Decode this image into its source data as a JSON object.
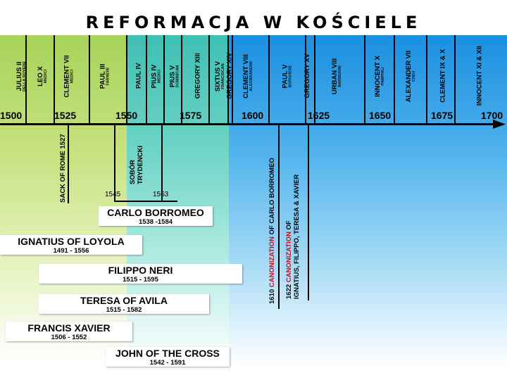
{
  "title": "REFORMACJA W KOŚCIELE",
  "popes": [
    {
      "name": "JULIUS II",
      "family": "DELLA ROVERE"
    },
    {
      "name": "LEO X",
      "family": "MEDICI"
    },
    {
      "name": "CLEMENT VII",
      "family": "MEDICI"
    },
    {
      "name": "PAUL III",
      "family": "FARNESE"
    },
    {
      "name": "PAUL IV",
      "family": ""
    },
    {
      "name": "PIUS IV",
      "family": "MEDICI"
    },
    {
      "name": "PIUS V",
      "family": "DOMINICAN"
    },
    {
      "name": "GREGORY XIII",
      "family": ""
    },
    {
      "name": "SIXTUS V",
      "family": "FRANCISCAN"
    },
    {
      "name": "GREGORY XIV",
      "family": ""
    },
    {
      "name": "CLEMENT VIII",
      "family": "ALDOBRANDINI"
    },
    {
      "name": "PAUL V",
      "family": "BORGHESE"
    },
    {
      "name": "GREGORY XV",
      "family": ""
    },
    {
      "name": "URBAN VIII",
      "family": "BARBERINI"
    },
    {
      "name": "INNOCENT X",
      "family": "PAMPHILI"
    },
    {
      "name": "ALEXANDER VII",
      "family": "CHIGI"
    },
    {
      "name": "CLEMENT IX & X",
      "family": ""
    },
    {
      "name": "INNOCENT XI & XII",
      "family": ""
    }
  ],
  "years": [
    "1500",
    "1525",
    "1550",
    "1575",
    "1600",
    "1625",
    "1650",
    "1675",
    "1700"
  ],
  "events": {
    "sack": "SACK OF ROME 1527",
    "sobor_line1": "SOBÓR",
    "sobor_line2": "TRYDENCKI",
    "trent_start": "1545",
    "trent_end": "1563",
    "can1610_year": "1610",
    "can1610_word": "CANONIZATION",
    "can1610_rest": "OF CARLO BORROMEO",
    "can1622_year": "1622",
    "can1622_word": "CANONIZATION",
    "can1622_rest": "OF",
    "can1622_line2": "IGNATIUS, FILIPPO, TERESA & XAVIER"
  },
  "people": [
    {
      "name": "CARLO BORROMEO",
      "dates": "1538 -1584"
    },
    {
      "name": "IGNATIUS OF LOYOLA",
      "dates": "1491 - 1556"
    },
    {
      "name": "FILIPPO NERI",
      "dates": "1515 - 1595"
    },
    {
      "name": "TERESA OF AVILA",
      "dates": "1515 - 1582"
    },
    {
      "name": "FRANCIS XAVIER",
      "dates": "1506 - 1552"
    },
    {
      "name": "JOHN OF THE CROSS",
      "dates": "1542 - 1591"
    }
  ],
  "colors": {
    "green_band": "#a6d35a",
    "teal_band": "#3ebfb4",
    "blue_band": "#1a8fe0",
    "canonization_red": "#c1121f"
  }
}
